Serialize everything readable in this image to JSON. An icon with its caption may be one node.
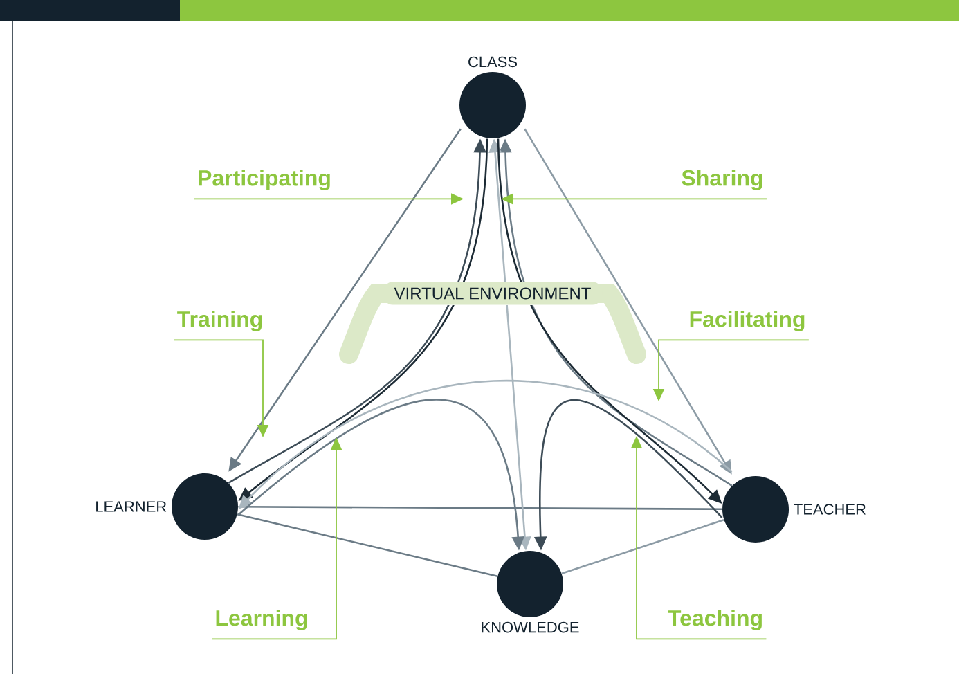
{
  "diagram": {
    "nodes": [
      {
        "text": [
          "CLASS"
        ]
      },
      {
        "text": [
          "LEARNER"
        ]
      },
      {
        "text": [
          "TEACHER"
        ]
      },
      {
        "text": [
          "KNOWLEDGE"
        ]
      },
      {
        "text": [
          "Participating"
        ]
      },
      {
        "text": [
          "Sharing"
        ]
      },
      {
        "text": [
          "Training"
        ]
      },
      {
        "text": [
          "Facilitating"
        ]
      },
      {
        "text": [
          "Learning"
        ]
      },
      {
        "text": [
          "Teaching"
        ]
      }
    ],
    "edges": [
      {
        "from": 0,
        "to": 1,
        "arrow": "to"
      },
      {
        "from": 0,
        "to": 2,
        "arrow": "to",
        "color": "#8c9ba5"
      },
      {
        "from": 1,
        "to": 2,
        "arrow": "none"
      },
      {
        "from": 1,
        "to": 3,
        "arrow": "none"
      },
      {
        "from": 3,
        "to": 2,
        "arrow": "none",
        "color": "#8c9ba5"
      },
      {
        "from": 1,
        "to": 0,
        "arrow": "to",
        "color": "#3d4c57"
      },
      {
        "from": 2,
        "to": 0,
        "arrow": "to"
      },
      {
        "from": 3,
        "to": 0,
        "arrow": "both",
        "color": "#a9b6be"
      },
      {
        "from": 0,
        "to": 1,
        "arrow": "to",
        "color": "#1d2b35"
      },
      {
        "from": 0,
        "to": 2,
        "arrow": "to",
        "color": "#1d2b35"
      },
      {
        "from": 2,
        "to": 1,
        "arrow": "to",
        "color": "#a9b6be"
      },
      {
        "from": 1,
        "to": 3,
        "arrow": "to"
      },
      {
        "from": 2,
        "to": 3,
        "arrow": "to",
        "color": "#3d4c57"
      },
      {
        "from": 4,
        "to": null,
        "arrow": "to",
        "color": "#8dc63f"
      },
      {
        "from": 5,
        "to": null,
        "arrow": "to",
        "color": "#8dc63f"
      },
      {
        "from": 6,
        "to": null,
        "arrow": "to",
        "color": "#8dc63f"
      },
      {
        "from": 7,
        "to": null,
        "arrow": "to",
        "color": "#8dc63f"
      },
      {
        "from": 8,
        "to": null,
        "arrow": "to",
        "color": "#8dc63f"
      },
      {
        "from": 9,
        "to": null,
        "arrow": "to",
        "color": "#8dc63f"
      }
    ],
    "labels": [
      "VIRTUAL ENVIRONMENT"
    ]
  }
}
